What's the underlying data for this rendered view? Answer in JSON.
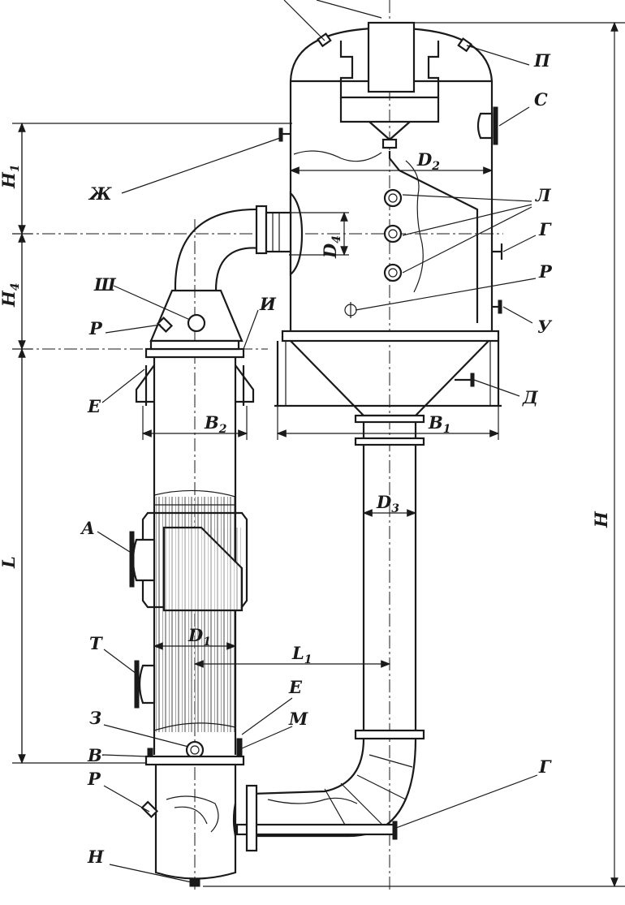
{
  "labels": {
    "P_top": "П",
    "C": "С",
    "Zh": "Ж",
    "L_nozzles": "Л",
    "G_top": "Г",
    "R_right": "Р",
    "U": "У",
    "D_letter": "Д",
    "Sh": "Ш",
    "R_left": "Р",
    "I": "И",
    "E_top": "Е",
    "A": "А",
    "T": "Т",
    "Z": "З",
    "V": "В",
    "E_bottom": "Е",
    "M": "М",
    "G_bottom": "Г",
    "R_bottom": "Р",
    "N": "Н"
  },
  "dimensions": {
    "H1": {
      "main": "H",
      "sub": "1"
    },
    "H4": {
      "main": "H",
      "sub": "4"
    },
    "L": {
      "main": "L",
      "sub": ""
    },
    "H": {
      "main": "H",
      "sub": ""
    },
    "D2": {
      "main": "D",
      "sub": "2"
    },
    "D4": {
      "main": "D",
      "sub": "4"
    },
    "D3": {
      "main": "D",
      "sub": "3"
    },
    "D1": {
      "main": "D",
      "sub": "1"
    },
    "B1": {
      "main": "B",
      "sub": "1"
    },
    "B2": {
      "main": "B",
      "sub": "2"
    },
    "L1": {
      "main": "L",
      "sub": "1"
    }
  }
}
